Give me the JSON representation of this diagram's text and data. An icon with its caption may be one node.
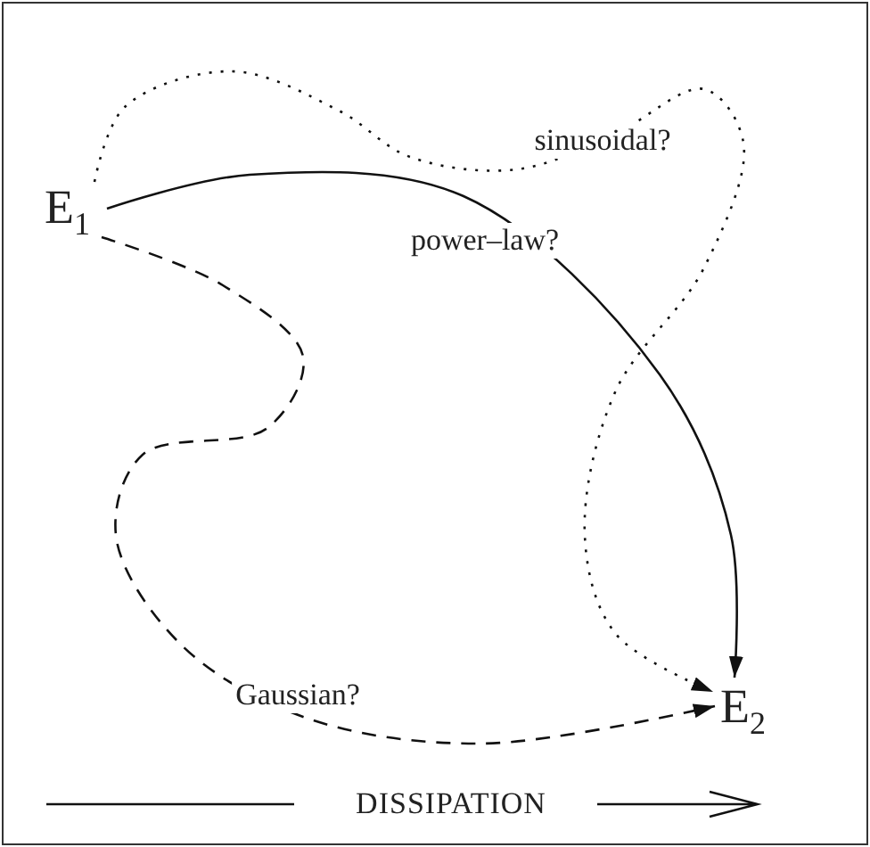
{
  "diagram": {
    "nodes": [
      {
        "text": [
          "E$_{1}$"
        ]
      },
      {
        "text": [
          "E$_{2}$"
        ]
      }
    ],
    "edges": [
      {
        "from": 0,
        "to": 1,
        "arrow": "to",
        "label": "sinusoidal?",
        "style": "dashed"
      },
      {
        "from": 0,
        "to": 1,
        "arrow": "to",
        "label": "power–law?"
      },
      {
        "from": 0,
        "to": 1,
        "arrow": "to",
        "label": "Gaussian?",
        "style": "dashed"
      }
    ],
    "labels": [
      "DISSIPATION"
    ]
  }
}
